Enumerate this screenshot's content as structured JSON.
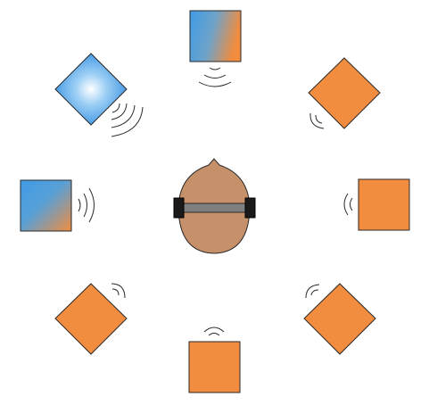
{
  "scene": {
    "listener": {
      "head_color": "#c6906b",
      "headband_color": "#7f7f7f",
      "earcup_color": "#1a1a1a"
    },
    "speakers": [
      {
        "id": "top",
        "fill": "blue-orange-gradient",
        "waves": 3,
        "wave_direction": "down"
      },
      {
        "id": "top-right",
        "fill": "#f28c3e",
        "waves": 2,
        "wave_direction": "down-left"
      },
      {
        "id": "right",
        "fill": "#f28c3e",
        "waves": 2,
        "wave_direction": "left"
      },
      {
        "id": "bottom-right",
        "fill": "#f28c3e",
        "waves": 2,
        "wave_direction": "up-left"
      },
      {
        "id": "bottom",
        "fill": "#f28c3e",
        "waves": 2,
        "wave_direction": "up"
      },
      {
        "id": "bottom-left",
        "fill": "#f28c3e",
        "waves": 2,
        "wave_direction": "up-right"
      },
      {
        "id": "left",
        "fill": "blue-orange-gradient",
        "waves": 3,
        "wave_direction": "right"
      },
      {
        "id": "top-left",
        "fill": "blue-radial-glow",
        "waves": 4,
        "wave_direction": "down-right"
      }
    ],
    "colors": {
      "orange": "#f28c3e",
      "blue": "#3f9be6",
      "blue_light": "#ffffff",
      "stroke": "#2a2a2a"
    }
  }
}
